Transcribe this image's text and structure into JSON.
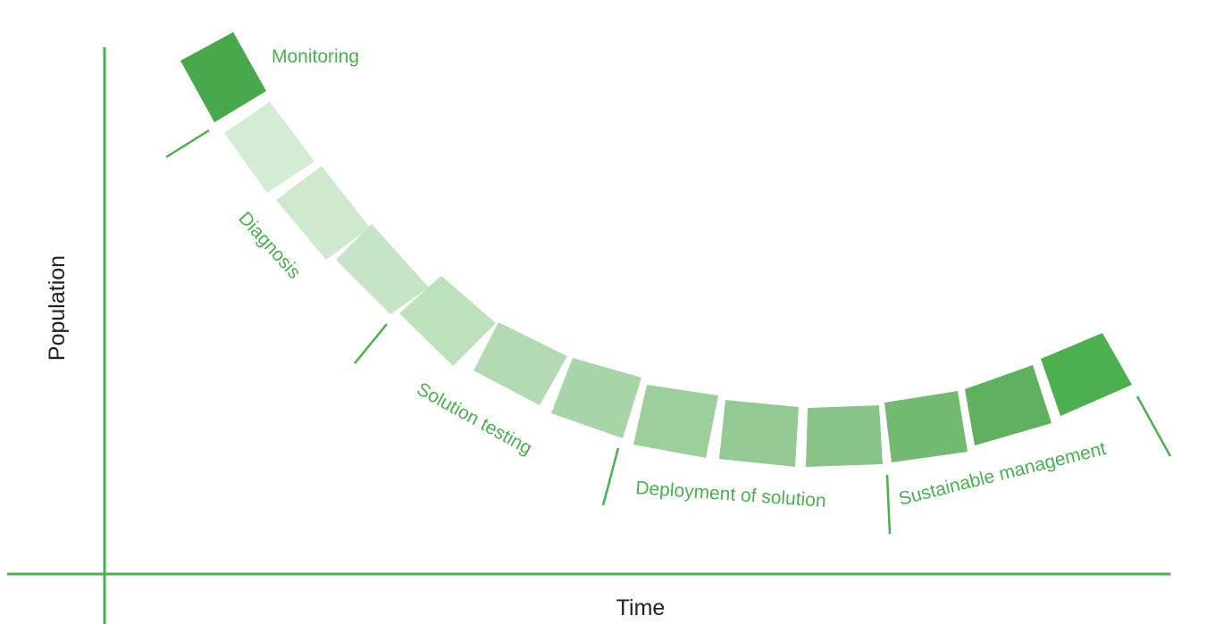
{
  "axes": {
    "x_label": "Time",
    "y_label": "Population"
  },
  "phases": [
    {
      "label": "Monitoring"
    },
    {
      "label": "Diagnosis"
    },
    {
      "label": "Solution testing"
    },
    {
      "label": "Deployment of solution"
    },
    {
      "label": "Sustainable management"
    }
  ],
  "segment_colors": [
    "#48a84c",
    "#d4ecd4",
    "#cfe9cf",
    "#c6e4c6",
    "#bde0bd",
    "#b3dab3",
    "#a8d5a8",
    "#9dcf9d",
    "#93ca93",
    "#88c488",
    "#72ba72",
    "#5fb15f",
    "#4caf50"
  ]
}
